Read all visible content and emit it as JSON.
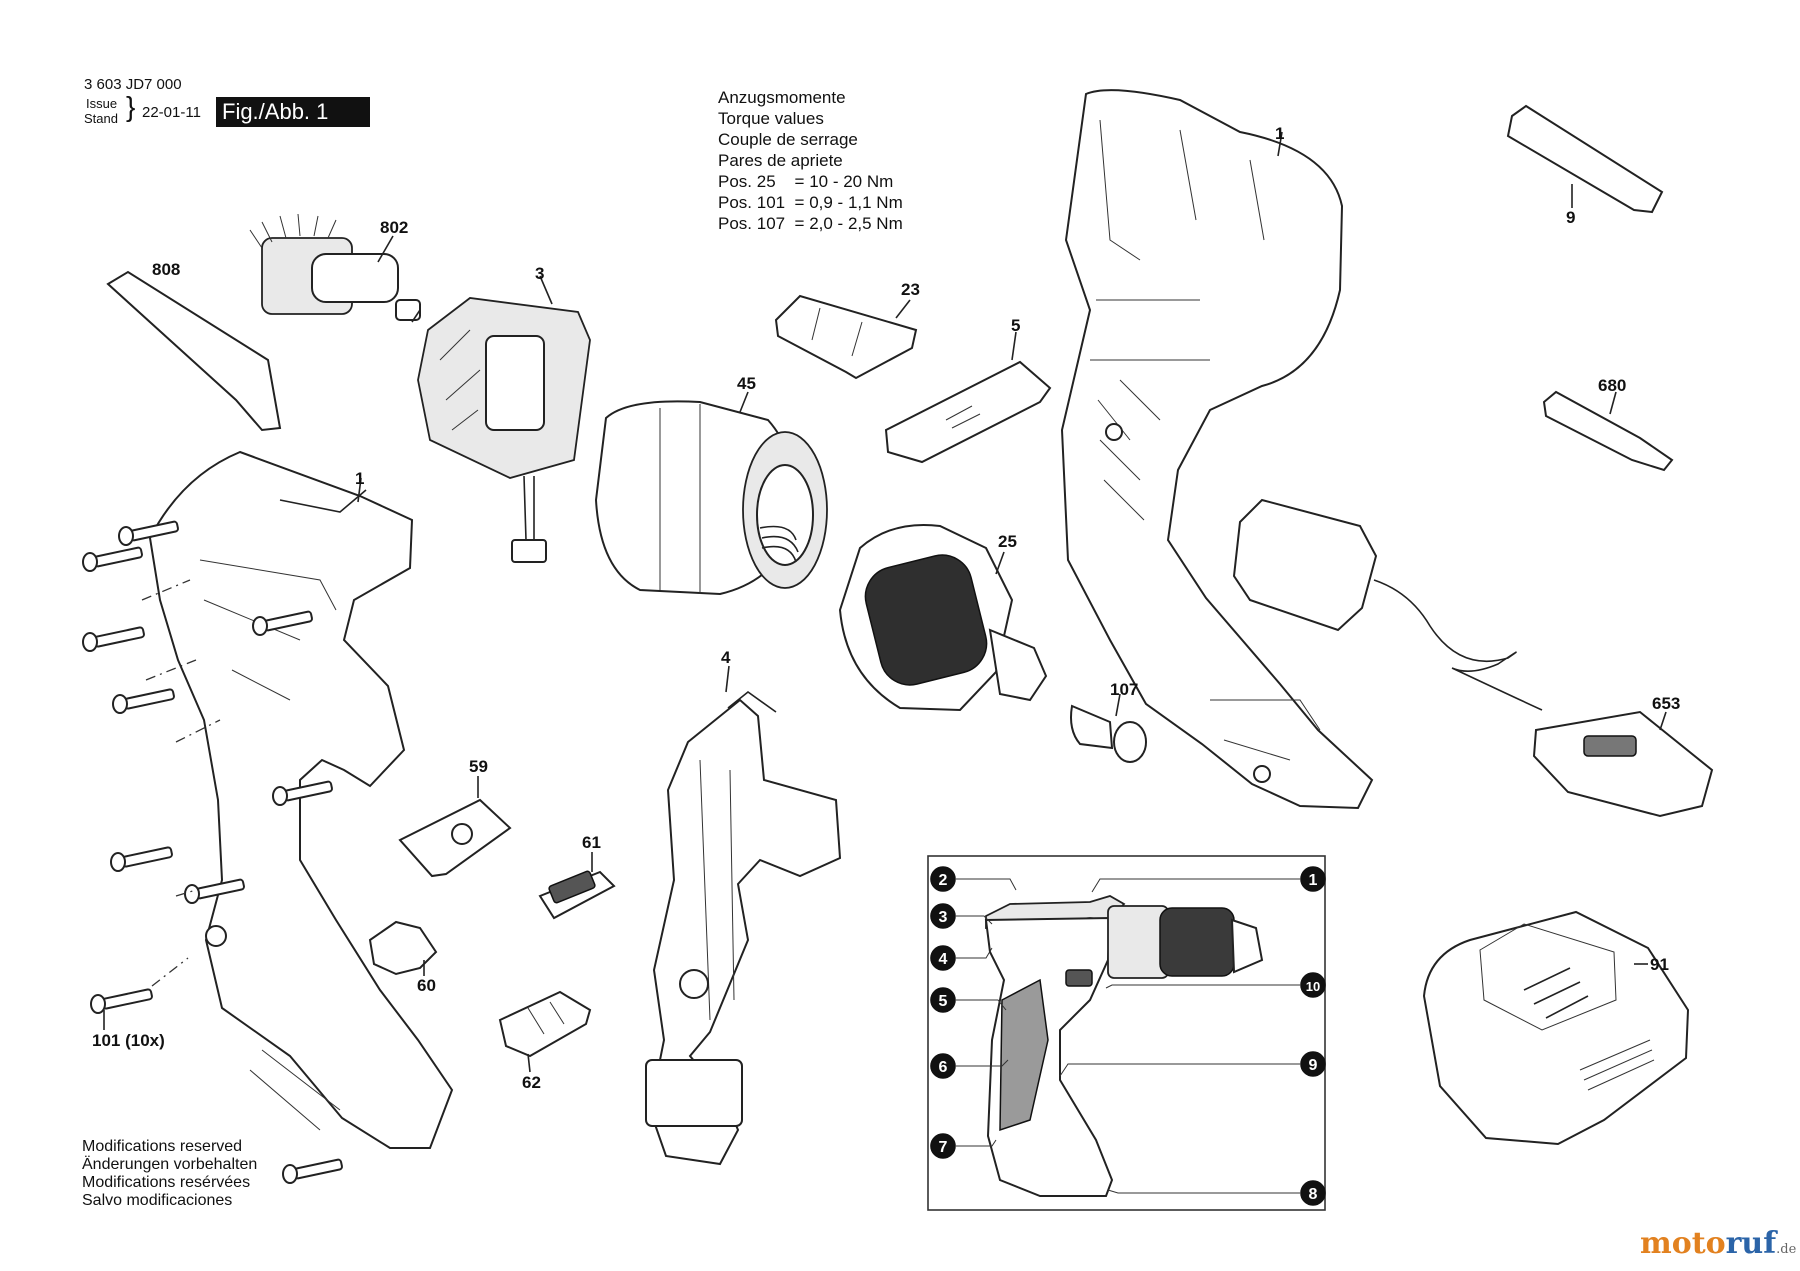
{
  "header": {
    "part_number": "3 603 JD7 000",
    "issue_label": "Issue",
    "stand_label": "Stand",
    "date": "22-01-11",
    "figure": "Fig./Abb. 1"
  },
  "torque": {
    "lines": [
      "Anzugsmomente",
      "Torque values",
      "Couple de serrage",
      "Pares de apriete",
      "Pos. 25    = 10 - 20 Nm",
      "Pos. 101  = 0,9 - 1,1 Nm",
      "Pos. 107  = 2,0 - 2,5 Nm"
    ]
  },
  "part_labels": {
    "p808": "808",
    "p802": "802",
    "p3": "3",
    "p45": "45",
    "p23": "23",
    "p5": "5",
    "p1_right": "1",
    "p9": "9",
    "p680": "680",
    "p1_left": "1",
    "p25": "25",
    "p4": "4",
    "p107": "107",
    "p653": "653",
    "p59": "59",
    "p61": "61",
    "p60": "60",
    "p62": "62",
    "p101": "101 (10x)",
    "p91": "91"
  },
  "inset": {
    "callouts": [
      "1",
      "2",
      "3",
      "4",
      "5",
      "6",
      "7",
      "8",
      "9",
      "10"
    ]
  },
  "footer": {
    "modifications": [
      "Modifications reserved",
      "Änderungen vorbehalten",
      "Modifications resérvées",
      "Salvo modificaciones"
    ]
  },
  "watermark": {
    "part1": "moto",
    "part2": "ruf",
    "domain": ".de"
  }
}
